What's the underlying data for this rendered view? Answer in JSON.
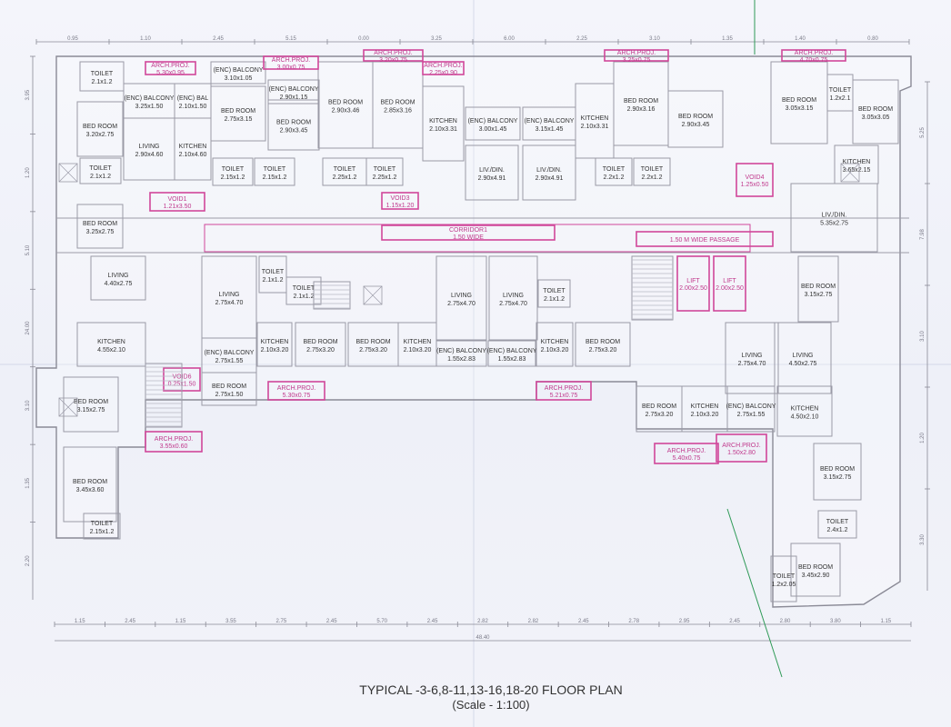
{
  "drawing": {
    "title": "TYPICAL -3-6,8-11,13-16,18-20  FLOOR PLAN",
    "scale": "(Scale - 1:100)",
    "top_dimensions": [
      "0.95",
      "1.10",
      "2.45",
      "5.15",
      "0.00",
      "3.25",
      "6.00",
      "2.25",
      "3.10",
      "1.35",
      "1.40",
      "0.80"
    ],
    "bottom_dimensions": [
      "1.15",
      "2.45",
      "1.15",
      "3.55",
      "2.75",
      "2.45",
      "5.70",
      "2.45",
      "2.82",
      "2.82",
      "2.45",
      "2.78",
      "2.95",
      "2.45",
      "2.80",
      "3.80",
      "1.15"
    ],
    "overall_width": "48.40",
    "left_dimensions": [
      "3.95",
      "1.20",
      "5.10",
      "24.00",
      "3.10",
      "1.35",
      "2.20"
    ],
    "right_dimensions": [
      "5.25",
      "7.98",
      "3.10",
      "1.20",
      "3.30"
    ]
  },
  "rooms": [
    {
      "name": "TOILET",
      "size": "2.1x1.2"
    },
    {
      "name": "(ENC) BALCONY",
      "size": "3.25x1.50"
    },
    {
      "name": "(ENC) BAL",
      "size": "2.10x1.50"
    },
    {
      "name": "(ENC) BALCONY",
      "size": "3.10x1.05"
    },
    {
      "name": "BED ROOM",
      "size": "2.75x3.15"
    },
    {
      "name": "(ENC) BALCONY",
      "size": "2.90x1.15"
    },
    {
      "name": "BED ROOM",
      "size": "2.90x3.45"
    },
    {
      "name": "BED ROOM",
      "size": "2.90x3.46"
    },
    {
      "name": "BED ROOM",
      "size": "2.85x3.16"
    },
    {
      "name": "KITCHEN",
      "size": "2.10x3.31"
    },
    {
      "name": "(ENC) BALCONY",
      "size": "3.00x1.45"
    },
    {
      "name": "(ENC) BALCONY",
      "size": "3.15x1.45"
    },
    {
      "name": "KITCHEN",
      "size": "2.10x3.31"
    },
    {
      "name": "BED ROOM",
      "size": "2.90x3.16"
    },
    {
      "name": "BED ROOM",
      "size": "2.90x3.45"
    },
    {
      "name": "BED ROOM",
      "size": "3.05x3.15"
    },
    {
      "name": "TOILET",
      "size": "1.2x2.1"
    },
    {
      "name": "BED ROOM",
      "size": "3.05x3.05"
    },
    {
      "name": "BED ROOM",
      "size": "3.20x2.75"
    },
    {
      "name": "LIVING",
      "size": "2.90x4.60"
    },
    {
      "name": "KITCHEN",
      "size": "2.10x4.60"
    },
    {
      "name": "TOILET",
      "size": "2.1x1.2"
    },
    {
      "name": "TOILET",
      "size": "2.15x1.2"
    },
    {
      "name": "TOILET",
      "size": "2.15x1.2"
    },
    {
      "name": "TOILET",
      "size": "2.25x1.2"
    },
    {
      "name": "TOILET",
      "size": "2.25x1.2"
    },
    {
      "name": "LIV./DIN.",
      "size": "2.90x4.91"
    },
    {
      "name": "LIV./DIN.",
      "size": "2.90x4.91"
    },
    {
      "name": "TOILET",
      "size": "2.2x1.2"
    },
    {
      "name": "TOILET",
      "size": "2.2x1.2"
    },
    {
      "name": "KITCHEN",
      "size": "3.65x2.15"
    },
    {
      "name": "BED ROOM",
      "size": "3.25x2.75"
    },
    {
      "name": "LIV./DIN.",
      "size": "5.35x2.75"
    },
    {
      "name": "LIVING",
      "size": "4.40x2.75"
    },
    {
      "name": "LIVING",
      "size": "2.75x4.70"
    },
    {
      "name": "TOILET",
      "size": "2.1x1.2"
    },
    {
      "name": "TOILET",
      "size": "2.1x1.2"
    },
    {
      "name": "LIVING",
      "size": "2.75x4.70"
    },
    {
      "name": "LIVING",
      "size": "2.75x4.70"
    },
    {
      "name": "TOILET",
      "size": "2.1x1.2"
    },
    {
      "name": "BED ROOM",
      "size": "3.15x2.75"
    },
    {
      "name": "KITCHEN",
      "size": "4.55x2.10"
    },
    {
      "name": "(ENC) BALCONY",
      "size": "2.75x1.55"
    },
    {
      "name": "KITCHEN",
      "size": "2.10x3.20"
    },
    {
      "name": "BED ROOM",
      "size": "2.75x3.20"
    },
    {
      "name": "BED ROOM",
      "size": "2.75x3.20"
    },
    {
      "name": "KITCHEN",
      "size": "2.10x3.20"
    },
    {
      "name": "(ENC) BALCONY",
      "size": "1.55x2.83"
    },
    {
      "name": "(ENC) BALCONY",
      "size": "1.55x2.83"
    },
    {
      "name": "KITCHEN",
      "size": "2.10x3.20"
    },
    {
      "name": "BED ROOM",
      "size": "2.75x3.20"
    },
    {
      "name": "LIVING",
      "size": "2.75x4.70"
    },
    {
      "name": "LIVING",
      "size": "4.50x2.75"
    },
    {
      "name": "BED ROOM",
      "size": "3.15x2.75"
    },
    {
      "name": "BED ROOM",
      "size": "2.75x1.50"
    },
    {
      "name": "BED ROOM",
      "size": "2.75x3.20"
    },
    {
      "name": "KITCHEN",
      "size": "2.10x3.20"
    },
    {
      "name": "(ENC) BALCONY",
      "size": "2.75x1.55"
    },
    {
      "name": "KITCHEN",
      "size": "4.50x2.10"
    },
    {
      "name": "BED ROOM",
      "size": "3.45x3.60"
    },
    {
      "name": "TOILET",
      "size": "2.15x1.2"
    },
    {
      "name": "BED ROOM",
      "size": "3.15x2.75"
    },
    {
      "name": "TOILET",
      "size": "2.4x1.2"
    },
    {
      "name": "BED ROOM",
      "size": "3.45x2.90"
    },
    {
      "name": "TOILET",
      "size": "1.2x2.05"
    }
  ],
  "markings": [
    {
      "name": "ARCH.PROJ.",
      "size": "5.30x0.95"
    },
    {
      "name": "ARCH.PROJ.",
      "size": "3.20x0.75"
    },
    {
      "name": "ARCH.PROJ.",
      "size": "2.25x0.90"
    },
    {
      "name": "ARCH.PROJ.",
      "size": "3.25x0.75"
    },
    {
      "name": "ARCH.PROJ.",
      "size": "4.70x0.75"
    },
    {
      "name": "ARCH.PROJ.",
      "size": "3.00x0.75"
    },
    {
      "name": "VOID1",
      "size": "1.21x3.50"
    },
    {
      "name": "VOID3",
      "size": "1.15x1.20"
    },
    {
      "name": "VOID4",
      "size": "1.25x0.50"
    },
    {
      "name": "CORRIDOR1",
      "size": "1.50 WIDE"
    },
    {
      "name": "1.50 M WIDE PASSAGE",
      "size": ""
    },
    {
      "name": "LIFT",
      "size": "2.00x2.50"
    },
    {
      "name": "LIFT",
      "size": "2.00x2.50"
    },
    {
      "name": "VOID6",
      "size": "0.25x1.50"
    },
    {
      "name": "ARCH.PROJ.",
      "size": "5.30x0.75"
    },
    {
      "name": "ARCH.PROJ.",
      "size": "5.21x0.75"
    },
    {
      "name": "ARCH.PROJ.",
      "size": "5.40x0.75"
    },
    {
      "name": "ARCH.PROJ.",
      "size": "1.50x2.80"
    },
    {
      "name": "ARCH.PROJ.",
      "size": "3.55x0.60"
    }
  ]
}
